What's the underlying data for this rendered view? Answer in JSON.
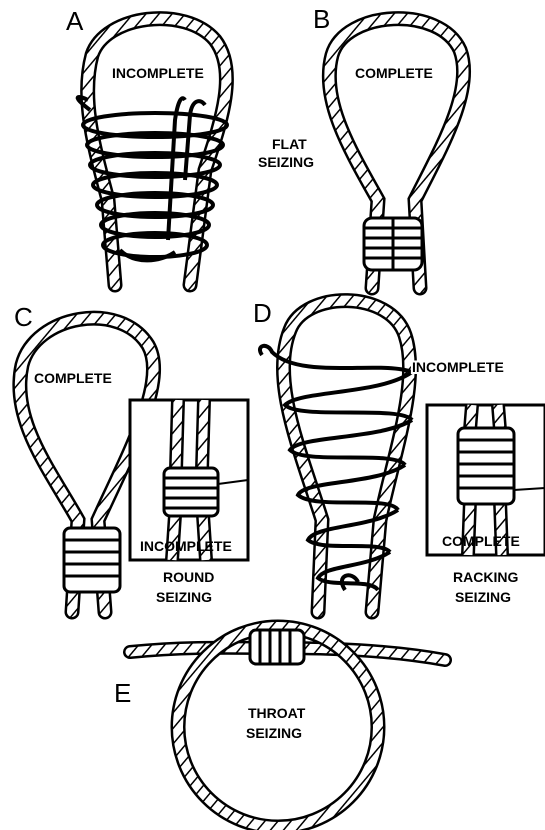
{
  "panels": {
    "a": {
      "letter": "A",
      "state": "INCOMPLETE"
    },
    "b": {
      "letter": "B",
      "state": "COMPLETE"
    },
    "ab_caption": {
      "line1": "FLAT",
      "line2": "SEIZING"
    },
    "c": {
      "letter": "C",
      "state": "COMPLETE",
      "inset_state": "INCOMPLETE",
      "caption_line1": "ROUND",
      "caption_line2": "SEIZING"
    },
    "d": {
      "letter": "D",
      "state": "INCOMPLETE",
      "inset_state": "COMPLETE",
      "caption_line1": "RACKING",
      "caption_line2": "SEIZING"
    },
    "e": {
      "letter": "E",
      "caption_line1": "THROAT",
      "caption_line2": "SEIZING"
    }
  },
  "colors": {
    "ink": "#000000",
    "paper": "#ffffff"
  }
}
